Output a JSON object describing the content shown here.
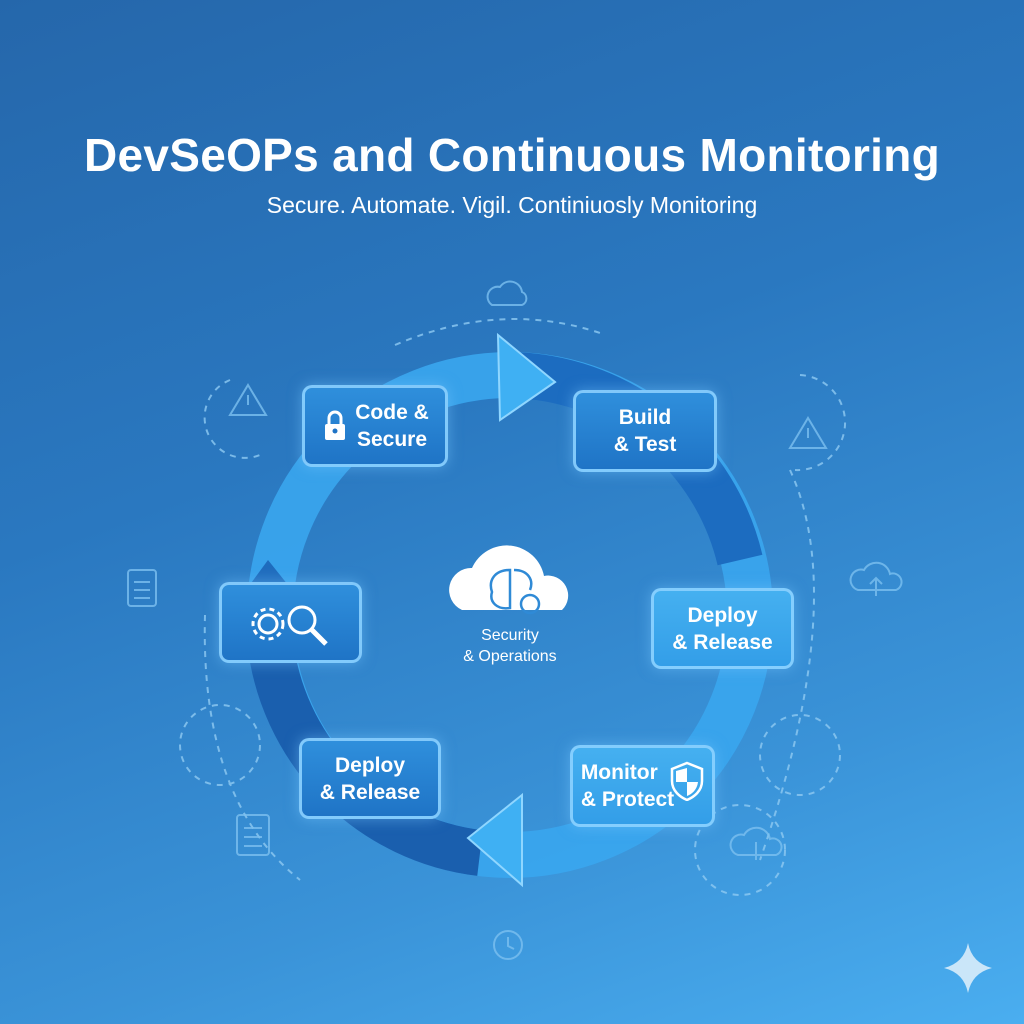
{
  "title": "DevSeOPs and Continuous Monitoring",
  "subtitle": "Secure. Automate. Vigil. Continiuosly Monitoring",
  "center": {
    "line1": "Security",
    "line2": "& Operations"
  },
  "steps": [
    {
      "line1": "Code &",
      "line2": "Secure",
      "icon": "lock-icon"
    },
    {
      "line1": "Build",
      "line2": "& Test"
    },
    {
      "line1": "Deploy",
      "line2": "& Release"
    },
    {
      "line1": "Monitor",
      "line2": "& Protect",
      "icon": "shield-icon"
    },
    {
      "line1": "Deploy",
      "line2": "& Release"
    },
    {
      "icon": "gear-search-icon"
    }
  ]
}
